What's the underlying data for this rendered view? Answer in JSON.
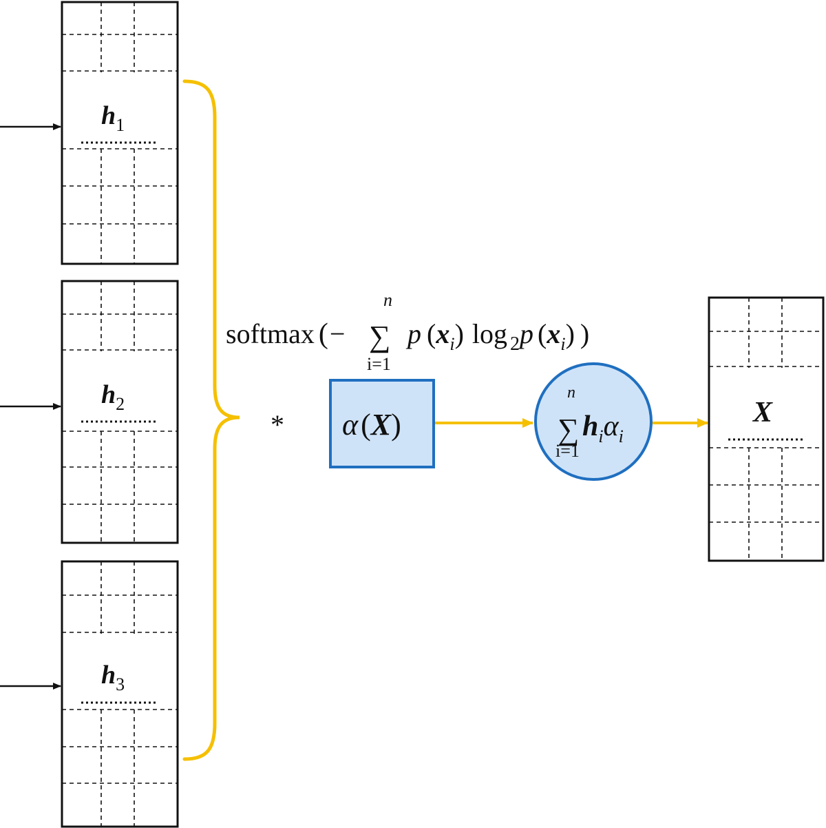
{
  "colors": {
    "brace": "#f5c000",
    "arrow_yellow": "#f5c000",
    "box_fill": "#cfe3f8",
    "box_stroke": "#1f6fc0",
    "circle_fill": "#cfe3f8",
    "circle_stroke": "#1f6fc0",
    "grid_line": "#111111"
  },
  "inputs": [
    {
      "symbol": "h",
      "subscript": "1"
    },
    {
      "symbol": "h",
      "subscript": "2"
    },
    {
      "symbol": "h",
      "subscript": "3"
    }
  ],
  "formula": {
    "func": "softmax",
    "open_paren": "(",
    "minus": "−",
    "sum_symbol": "∑",
    "upper_limit": "n",
    "lower_limit": "i=1",
    "p1": "p",
    "x1_open": "(",
    "x1": "x",
    "x1_sub": "i",
    "x1_close": ")",
    "log": "log",
    "log_base": "2",
    "p2": "p",
    "x2_open": "(",
    "x2": "x",
    "x2_sub": "i",
    "x2_close": ")",
    "close_paren": ")"
  },
  "multiply_symbol": "*",
  "alpha_box": {
    "alpha": "α",
    "open": "(",
    "arg": "X",
    "close": ")"
  },
  "sum_circle": {
    "sum_symbol": "∑",
    "upper_limit": "n",
    "lower_limit": "i=1",
    "h": "h",
    "h_sub": "i",
    "alpha": "α",
    "alpha_sub": "i"
  },
  "output": {
    "symbol": "X"
  }
}
